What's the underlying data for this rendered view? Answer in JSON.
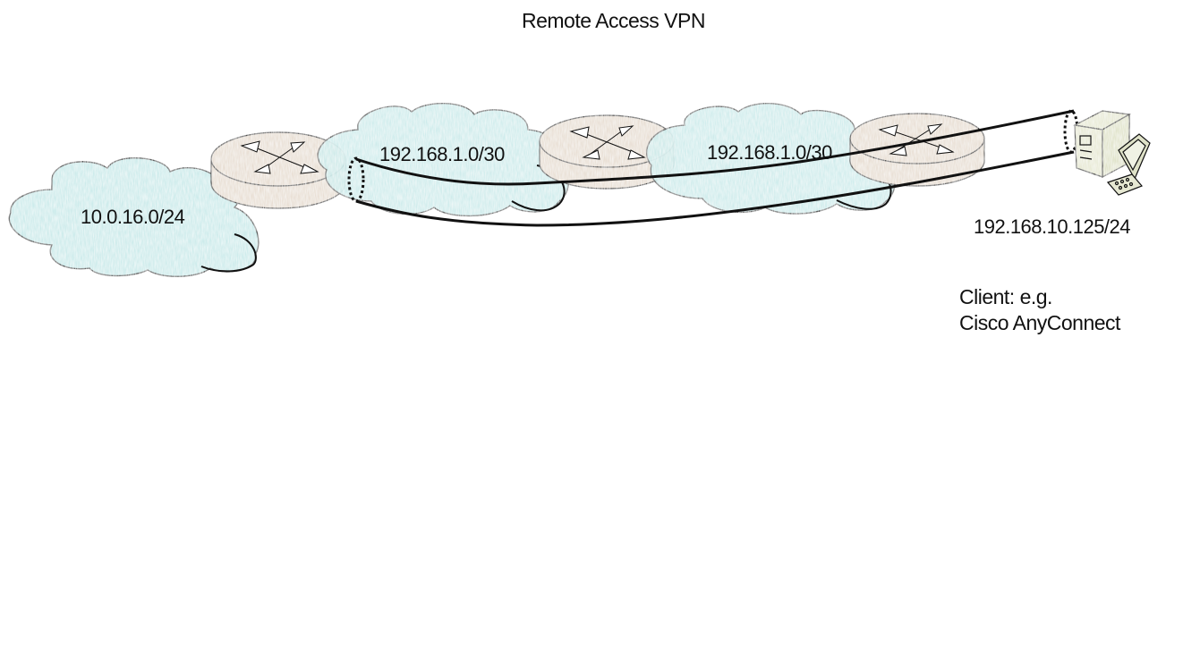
{
  "diagram": {
    "title": "Remote Access VPN",
    "networks": [
      {
        "label": "10.0.16.0/24"
      },
      {
        "label": "192.168.1.0/30"
      },
      {
        "label": "192.168.1.0/30"
      }
    ],
    "routers": [
      {
        "name": "router-1"
      },
      {
        "name": "router-2"
      },
      {
        "name": "router-3"
      }
    ],
    "client": {
      "ip": "192.168.10.125/24",
      "note_line1": "Client: e.g.",
      "note_line2": "Cisco AnyConnect",
      "icon": "workstation-icon"
    },
    "tunnel": {
      "type": "vpn-tunnel",
      "endpoints": [
        "router-1",
        "client"
      ]
    },
    "colors": {
      "cloud_fill": "#c9eaea",
      "router_fill": "#e7ddd1",
      "workstation_fill": "#e6e8d2",
      "stroke": "#111111"
    }
  }
}
